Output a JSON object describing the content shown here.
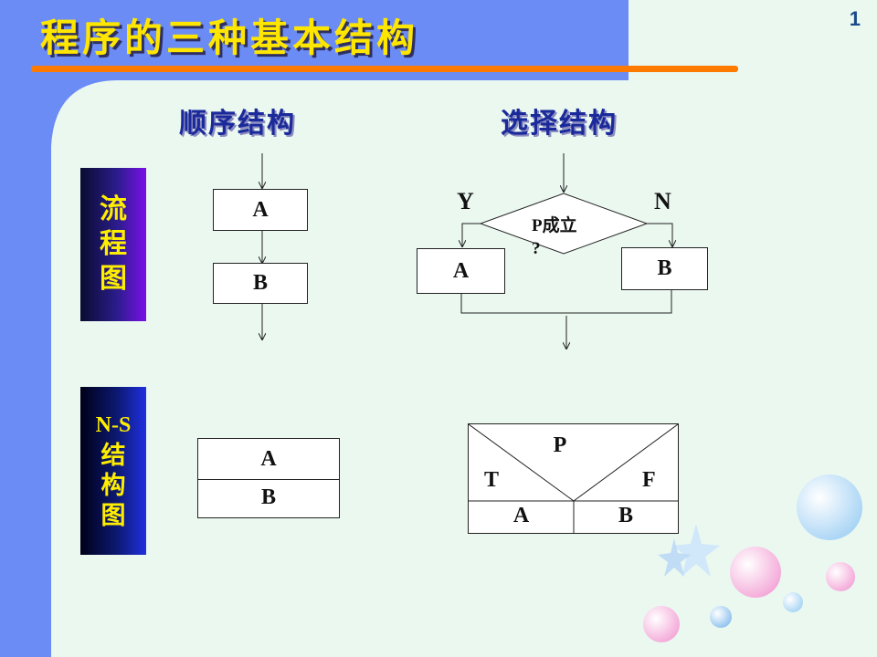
{
  "slide": {
    "title": "程序的三种基本结构",
    "page_number": "1"
  },
  "headings": {
    "sequence": "顺序结构",
    "selection": "选择结构"
  },
  "side_labels": {
    "flowchart": [
      "流",
      "程",
      "图"
    ],
    "ns_prefix": "N-S",
    "ns_rest": [
      "结",
      "构",
      "图"
    ]
  },
  "sequence_flow": {
    "box_a": "A",
    "box_b": "B"
  },
  "selection_flow": {
    "condition_line1": "P成立",
    "condition_line2": "?",
    "yes_label": "Y",
    "no_label": "N",
    "box_a": "A",
    "box_b": "B"
  },
  "sequence_ns": {
    "row_a": "A",
    "row_b": "B"
  },
  "selection_ns": {
    "condition": "P",
    "true_label": "T",
    "false_label": "F",
    "branch_a": "A",
    "branch_b": "B"
  },
  "colors": {
    "header_blue": "#6b8cf5",
    "background_mint": "#eaf8f0",
    "title_yellow": "#ffe600",
    "underline_orange": "#ff7a00"
  }
}
